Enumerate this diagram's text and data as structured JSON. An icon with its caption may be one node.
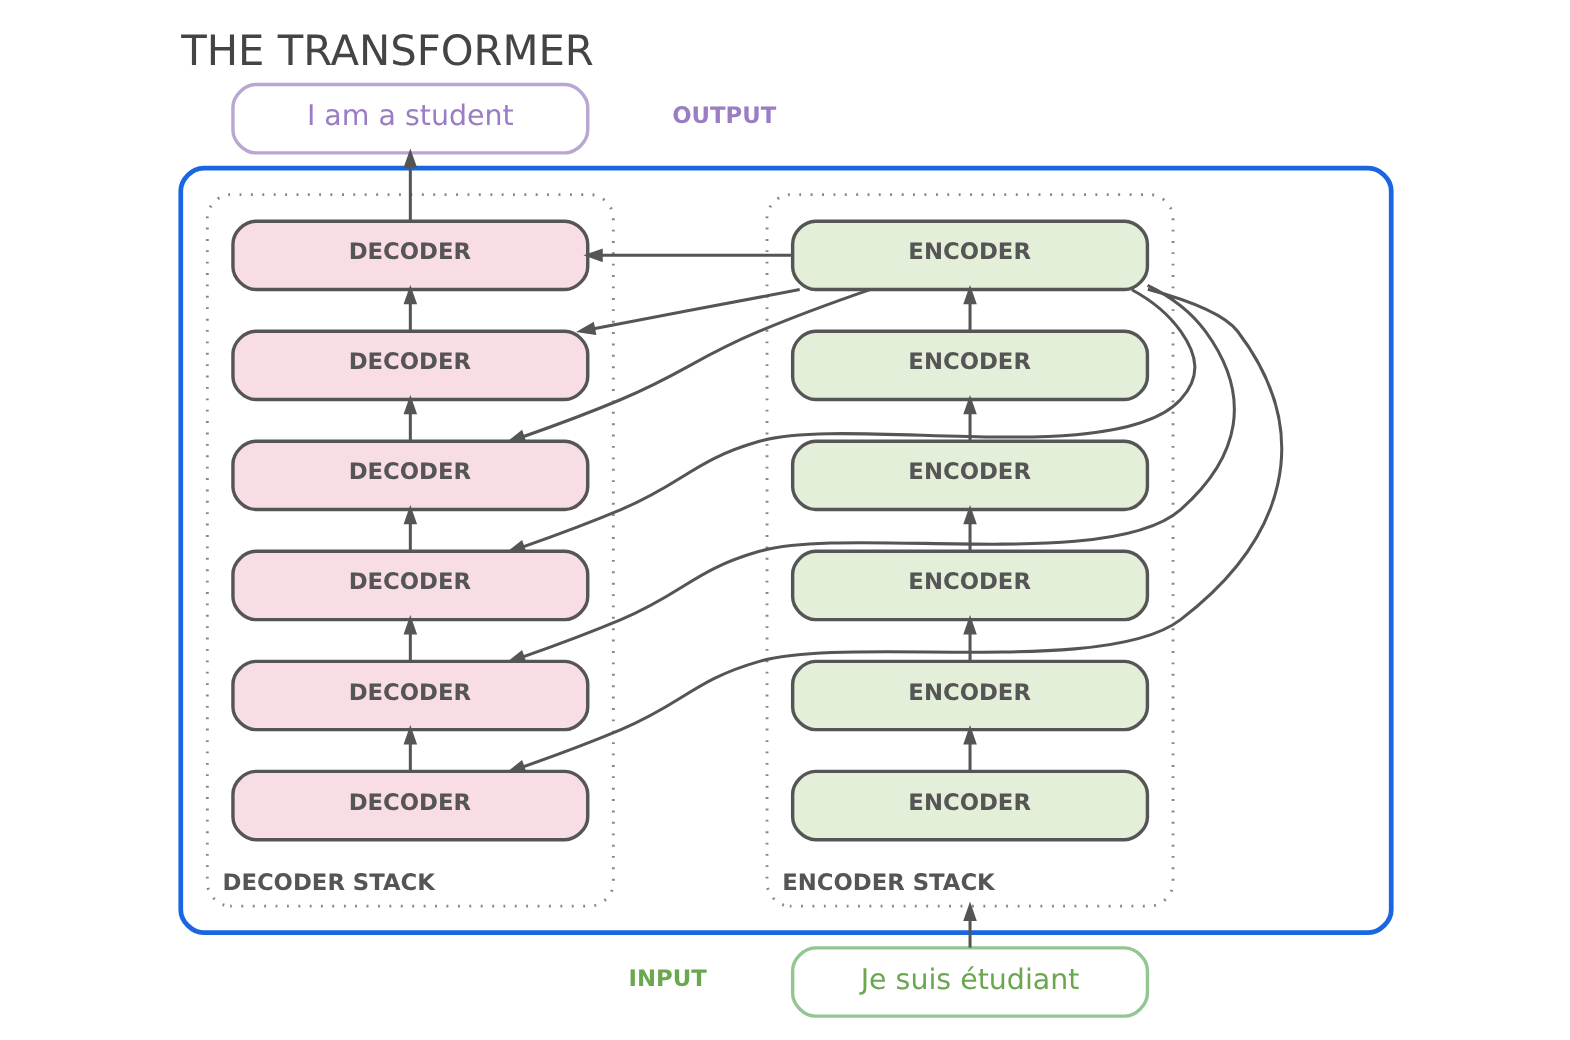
{
  "diagram": {
    "title": "THE TRANSFORMER",
    "nodes": [
      {
        "text": [],
        "shape": "box"
      },
      {
        "text": [
          "ENCODER STACK"
        ],
        "in": 0
      },
      {
        "text": [
          "ENCODER"
        ],
        "in": 1
      },
      {
        "text": [
          "ENCODER"
        ],
        "in": 1
      },
      {
        "text": [
          "ENCODER"
        ],
        "in": 1
      },
      {
        "text": [
          "ENCODER"
        ],
        "in": 1
      },
      {
        "text": [
          "ENCODER"
        ],
        "in": 1
      },
      {
        "text": [
          "ENCODER"
        ],
        "in": 1
      },
      {
        "text": [
          "DECODER STACK"
        ],
        "in": 0
      },
      {
        "text": [
          "DECODER"
        ],
        "in": 8
      },
      {
        "text": [
          "DECODER"
        ],
        "in": 8
      },
      {
        "text": [
          "DECODER"
        ],
        "in": 8
      },
      {
        "text": [
          "DECODER"
        ],
        "in": 8
      },
      {
        "text": [
          "DECODER"
        ],
        "in": 8
      },
      {
        "text": [
          "DECODER"
        ],
        "in": 8
      },
      {
        "text": [
          "I am a student"
        ],
        "beside": [
          "OUTPUT"
        ]
      },
      {
        "text": [
          "Je suis étudiant"
        ],
        "beside": [
          "INPUT"
        ]
      }
    ],
    "edges": [
      {
        "from": 16,
        "to": 1,
        "arrow": "to"
      },
      {
        "from": 7,
        "to": 6,
        "arrow": "to"
      },
      {
        "from": 6,
        "to": 5,
        "arrow": "to"
      },
      {
        "from": 5,
        "to": 4,
        "arrow": "to"
      },
      {
        "from": 4,
        "to": 3,
        "arrow": "to"
      },
      {
        "from": 3,
        "to": 2,
        "arrow": "to"
      },
      {
        "from": 2,
        "to": 9,
        "arrow": "to"
      },
      {
        "from": 2,
        "to": 10,
        "arrow": "to"
      },
      {
        "from": 2,
        "to": 11,
        "arrow": "to"
      },
      {
        "from": 2,
        "to": 12,
        "arrow": "to"
      },
      {
        "from": 2,
        "to": 13,
        "arrow": "to"
      },
      {
        "from": 2,
        "to": 14,
        "arrow": "to"
      },
      {
        "from": 14,
        "to": 13,
        "arrow": "to"
      },
      {
        "from": 13,
        "to": 12,
        "arrow": "to"
      },
      {
        "from": 12,
        "to": 11,
        "arrow": "to"
      },
      {
        "from": 11,
        "to": 10,
        "arrow": "to"
      },
      {
        "from": 10,
        "to": 9,
        "arrow": "to"
      },
      {
        "from": 9,
        "to": 15,
        "arrow": "to"
      }
    ]
  }
}
